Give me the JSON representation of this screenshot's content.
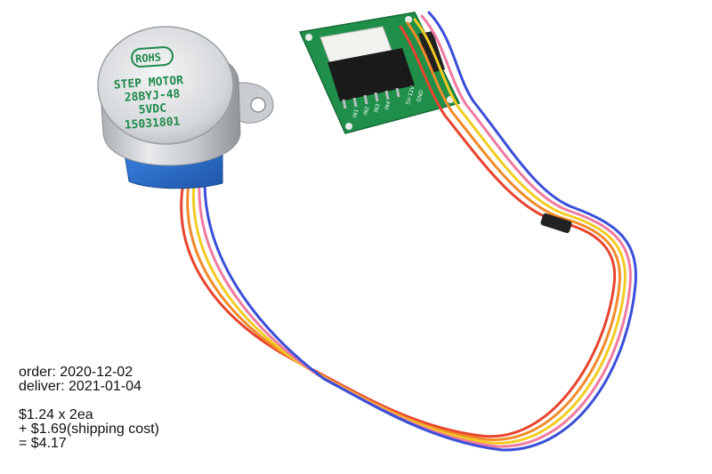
{
  "motor": {
    "badge": "ROHS",
    "line1": "STEP MOTOR",
    "line2": "28BYJ-48",
    "line3": "5VDC",
    "line4": "15031801"
  },
  "driver_board": {
    "pin_labels": [
      "IN1",
      "IN2",
      "IN3",
      "IN4",
      "5V-12V",
      "GND"
    ]
  },
  "info": {
    "order": "order: 2020-12-02",
    "deliver": "deliver: 2021-01-04",
    "price": "$1.24 x 2ea",
    "shipping": "+ $1.69(shipping cost)",
    "total": "= $4.17"
  },
  "colors": {
    "background": "#ffffff",
    "motor_body": "#c8ccd0",
    "motor_base": "#2a6fd0",
    "pcb": "#1f8f4a",
    "chip": "#1a1a1a",
    "label_green": "#1e8a4a",
    "wire_blue": "#3a4fd8",
    "wire_pink": "#f07aa0",
    "wire_yellow": "#f3cc22",
    "wire_orange": "#f28a2a",
    "wire_red": "#e8442e"
  }
}
